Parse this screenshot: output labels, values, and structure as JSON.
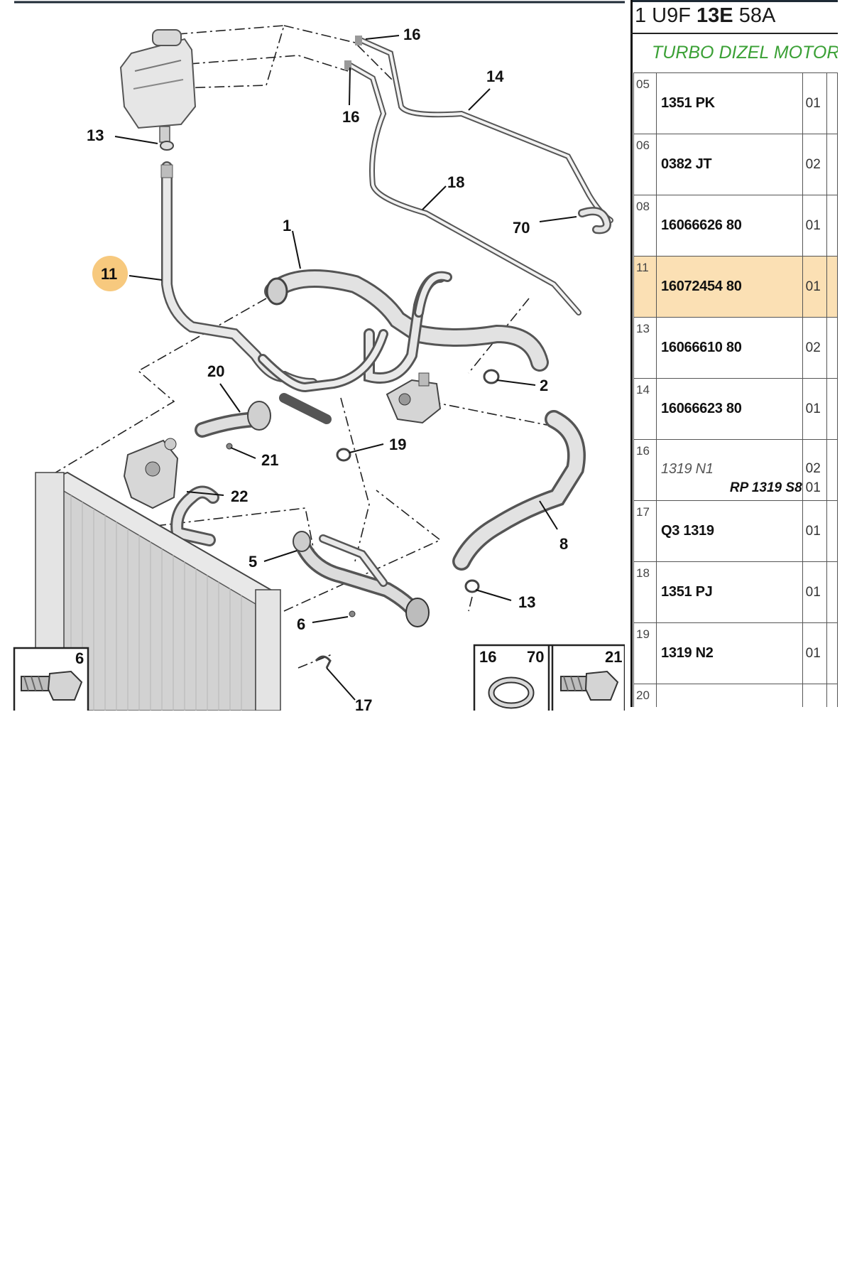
{
  "header": {
    "code_prefix": "1 U9F ",
    "code_bold": "13E",
    "code_suffix": " 58A"
  },
  "subtitle": "TURBO DIZEL MOTOR",
  "callouts": {
    "c16a": "16",
    "c16b": "16",
    "c14": "14",
    "c13a": "13",
    "c18": "18",
    "c70": "70",
    "c1": "1",
    "c11": "11",
    "c2": "2",
    "c20": "20",
    "c21": "21",
    "c19": "19",
    "c22": "22",
    "c8": "8",
    "c5": "5",
    "c13b": "13",
    "c6": "6",
    "c17": "17"
  },
  "detail_boxes": {
    "box6": "6",
    "box16": "16",
    "box70": "70",
    "box21": "21"
  },
  "highlight_color": "#f7c97e",
  "row_highlight_color": "#fbe0b4",
  "subtitle_color": "#3aa035",
  "rows": [
    {
      "idx": "05",
      "ref": "1351 PK",
      "qty": "01"
    },
    {
      "idx": "06",
      "ref": "0382 JT",
      "qty": "02"
    },
    {
      "idx": "08",
      "ref": "16066626 80",
      "qty": "01"
    },
    {
      "idx": "11",
      "ref": "16072454 80",
      "qty": "01"
    },
    {
      "idx": "13",
      "ref": "16066610 80",
      "qty": "02"
    },
    {
      "idx": "14",
      "ref": "16066623 80",
      "qty": "01"
    },
    {
      "idx": "16",
      "ref": "1319 N1",
      "qty": "02",
      "ref2": "RP 1319 S8",
      "qty2": "01"
    },
    {
      "idx": "17",
      "ref": "Q3 1319",
      "qty": "01"
    },
    {
      "idx": "18",
      "ref": "1351 PJ",
      "qty": "01"
    },
    {
      "idx": "19",
      "ref": "1319 N2",
      "qty": "01"
    },
    {
      "idx": "20",
      "ref": "",
      "qty": ""
    }
  ]
}
